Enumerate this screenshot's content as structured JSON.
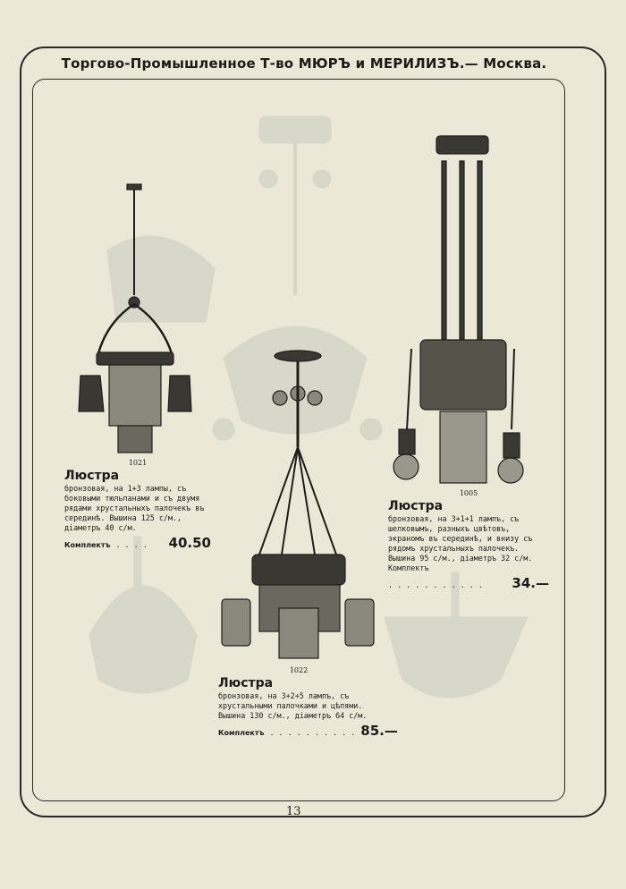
{
  "header": {
    "title": "Торгово-Промышленное Т-во МЮРЪ и МЕРИЛИЗЪ.— Москва."
  },
  "items": [
    {
      "number": "1021",
      "title": "Люстра",
      "description": "бронзовая, на 1+3 лампы, съ боковыми тюльпанами и съ двумя рядами хрустальныхъ палочекъ въ серединѣ. Вышина 125 с/м., діаметръ 40 с/м.",
      "kompl": "Комплектъ",
      "dots": ". . . .",
      "price": "40.50"
    },
    {
      "number": "1022",
      "title": "Люстра",
      "description": "бронзовая, на 3+2+5 лампъ, съ хрустальными палочками и цѣпями. Вышина 130 с/м., діаметръ 64 с/м.",
      "kompl": "Комплектъ",
      "dots": ". . . . . . . . . .",
      "price": "85.—"
    },
    {
      "number": "1005",
      "title": "Люстра",
      "description": "бронзовая, на 3+1+1 лампъ, съ шелковымъ, разныхъ цвѣтовъ, экраномъ въ серединѣ, и внизу съ рядомъ хрустальныхъ палочекъ. Вышина 95 с/м., діаметръ 32 с/м. Комплектъ",
      "kompl": "",
      "dots": ". . . . . . . . . . .",
      "price": "34.—"
    }
  ],
  "footer": {
    "page_number": "13"
  }
}
